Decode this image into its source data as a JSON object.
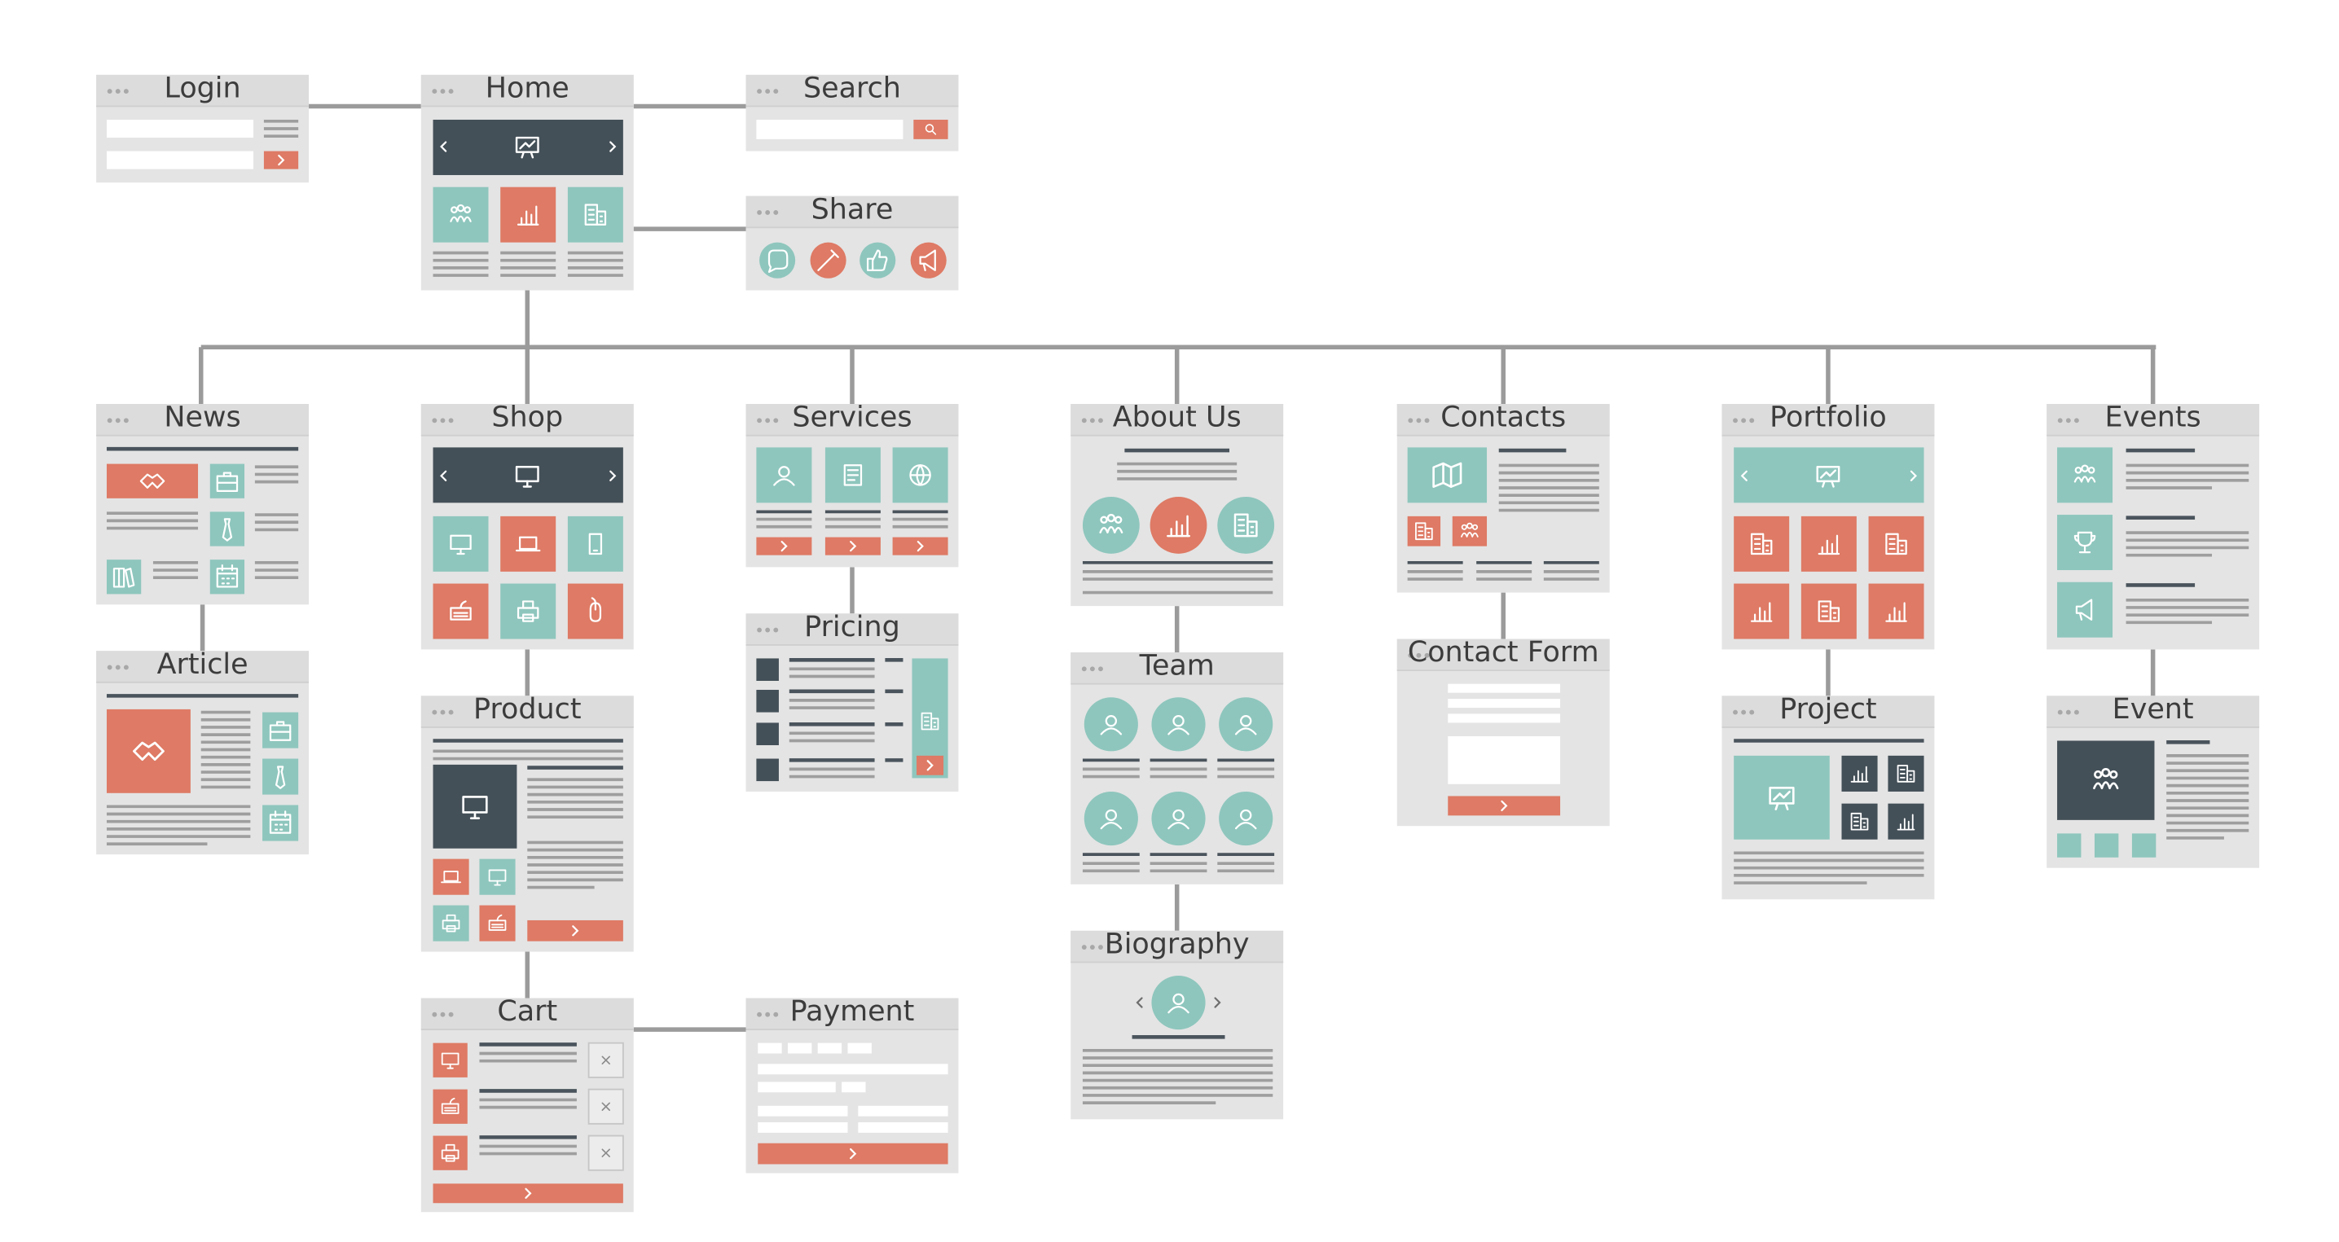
{
  "diagram": {
    "pages": [
      {
        "id": "login",
        "label": "Login"
      },
      {
        "id": "home",
        "label": "Home"
      },
      {
        "id": "search",
        "label": "Search"
      },
      {
        "id": "share",
        "label": "Share"
      },
      {
        "id": "news",
        "label": "News"
      },
      {
        "id": "shop",
        "label": "Shop"
      },
      {
        "id": "services",
        "label": "Services"
      },
      {
        "id": "about",
        "label": "About Us"
      },
      {
        "id": "contacts",
        "label": "Contacts"
      },
      {
        "id": "portfolio",
        "label": "Portfolio"
      },
      {
        "id": "events",
        "label": "Events"
      },
      {
        "id": "article",
        "label": "Article"
      },
      {
        "id": "product",
        "label": "Product"
      },
      {
        "id": "pricing",
        "label": "Pricing"
      },
      {
        "id": "team",
        "label": "Team"
      },
      {
        "id": "contact-form",
        "label": "Contact Form"
      },
      {
        "id": "project",
        "label": "Project"
      },
      {
        "id": "event",
        "label": "Event"
      },
      {
        "id": "cart",
        "label": "Cart"
      },
      {
        "id": "payment",
        "label": "Payment"
      },
      {
        "id": "biography",
        "label": "Biography"
      }
    ],
    "connections": [
      [
        "login",
        "home"
      ],
      [
        "home",
        "search"
      ],
      [
        "home",
        "share"
      ],
      [
        "home",
        "news"
      ],
      [
        "home",
        "shop"
      ],
      [
        "home",
        "services"
      ],
      [
        "home",
        "about"
      ],
      [
        "home",
        "contacts"
      ],
      [
        "home",
        "portfolio"
      ],
      [
        "home",
        "events"
      ],
      [
        "news",
        "article"
      ],
      [
        "shop",
        "product"
      ],
      [
        "product",
        "cart"
      ],
      [
        "cart",
        "payment"
      ],
      [
        "services",
        "pricing"
      ],
      [
        "about",
        "team"
      ],
      [
        "team",
        "biography"
      ],
      [
        "contacts",
        "contact-form"
      ],
      [
        "portfolio",
        "project"
      ],
      [
        "events",
        "event"
      ]
    ]
  },
  "colors": {
    "teal": "#8ec6bd",
    "coral": "#de7a65",
    "slate": "#445058",
    "panel": "#e4e4e4",
    "header": "#dcdcdc",
    "line": "#9b9b9b",
    "text_lines": "#9e9e9e",
    "dark_lines": "#4a545c",
    "background": "#ffffff"
  },
  "icons": [
    "picture-icon",
    "team-icon",
    "chart-icon",
    "building-icon",
    "search-icon",
    "chat-icon",
    "pen-icon",
    "thumbs-up-icon",
    "megaphone-icon",
    "handshake-icon",
    "briefcase-icon",
    "tie-icon",
    "book-icon",
    "calendar-icon",
    "monitor-icon",
    "laptop-icon",
    "phone-icon",
    "keyboard-icon",
    "printer-icon",
    "mouse-icon",
    "user-icon",
    "document-icon",
    "globe-icon",
    "map-icon",
    "trophy-icon",
    "close-icon",
    "chevron-left-icon",
    "chevron-right-icon"
  ]
}
